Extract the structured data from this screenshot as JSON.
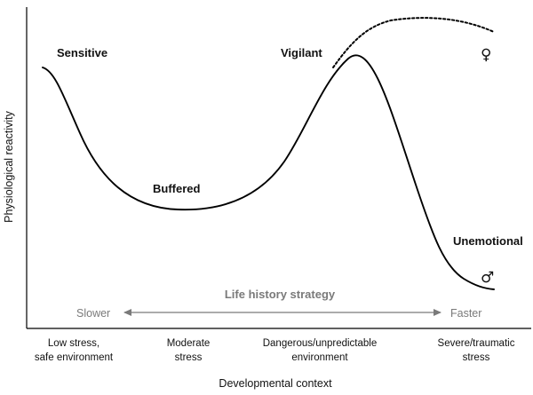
{
  "axes": {
    "y_label": "Physiological reactivity",
    "x_label": "Developmental context"
  },
  "curve_labels": {
    "sensitive": "Sensitive",
    "buffered": "Buffered",
    "vigilant": "Vigilant",
    "unemotional": "Unemotional"
  },
  "sex_symbols": {
    "female": "♀",
    "male": "♂"
  },
  "life_history": {
    "title": "Life history strategy",
    "slower": "Slower",
    "faster": "Faster"
  },
  "contexts": [
    {
      "line1": "Low stress,",
      "line2": "safe environment"
    },
    {
      "line1": "Moderate",
      "line2": "stress"
    },
    {
      "line1": "Dangerous/unpredictable",
      "line2": "environment"
    },
    {
      "line1": "Severe/traumatic",
      "line2": "stress"
    }
  ],
  "colors": {
    "curve": "#000000",
    "axis": "#000000",
    "arrow": "#7a7a7a",
    "strategy_text": "#7a7a7a"
  }
}
